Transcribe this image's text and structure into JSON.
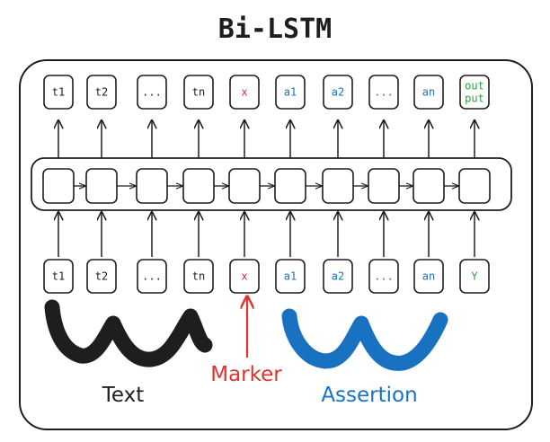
{
  "title": "Bi-LSTM",
  "colors": {
    "ink": "#1e1e1e",
    "text_group": "#1e1e1e",
    "marker": "#e03131",
    "assertion": "#1971c2",
    "output": "#2f9e44"
  },
  "inputs": [
    {
      "label": "t1",
      "group": "text"
    },
    {
      "label": "t2",
      "group": "text"
    },
    {
      "label": "...",
      "group": "text"
    },
    {
      "label": "tn",
      "group": "text"
    },
    {
      "label": "x",
      "group": "marker"
    },
    {
      "label": "a1",
      "group": "assertion"
    },
    {
      "label": "a2",
      "group": "assertion"
    },
    {
      "label": "...",
      "group": "assertion"
    },
    {
      "label": "an",
      "group": "assertion"
    },
    {
      "label": "Y",
      "group": "output"
    }
  ],
  "outputs": [
    {
      "label": "t1",
      "group": "text"
    },
    {
      "label": "t2",
      "group": "text"
    },
    {
      "label": "...",
      "group": "text"
    },
    {
      "label": "tn",
      "group": "text"
    },
    {
      "label": "x",
      "group": "marker"
    },
    {
      "label": "a1",
      "group": "assertion"
    },
    {
      "label": "a2",
      "group": "assertion"
    },
    {
      "label": "...",
      "group": "assertion"
    },
    {
      "label": "an",
      "group": "assertion"
    },
    {
      "label": "out\nput",
      "group": "output"
    }
  ],
  "lstm_cells": 10,
  "annotations": {
    "text": "Text",
    "marker": "Marker",
    "assertion": "Assertion"
  }
}
